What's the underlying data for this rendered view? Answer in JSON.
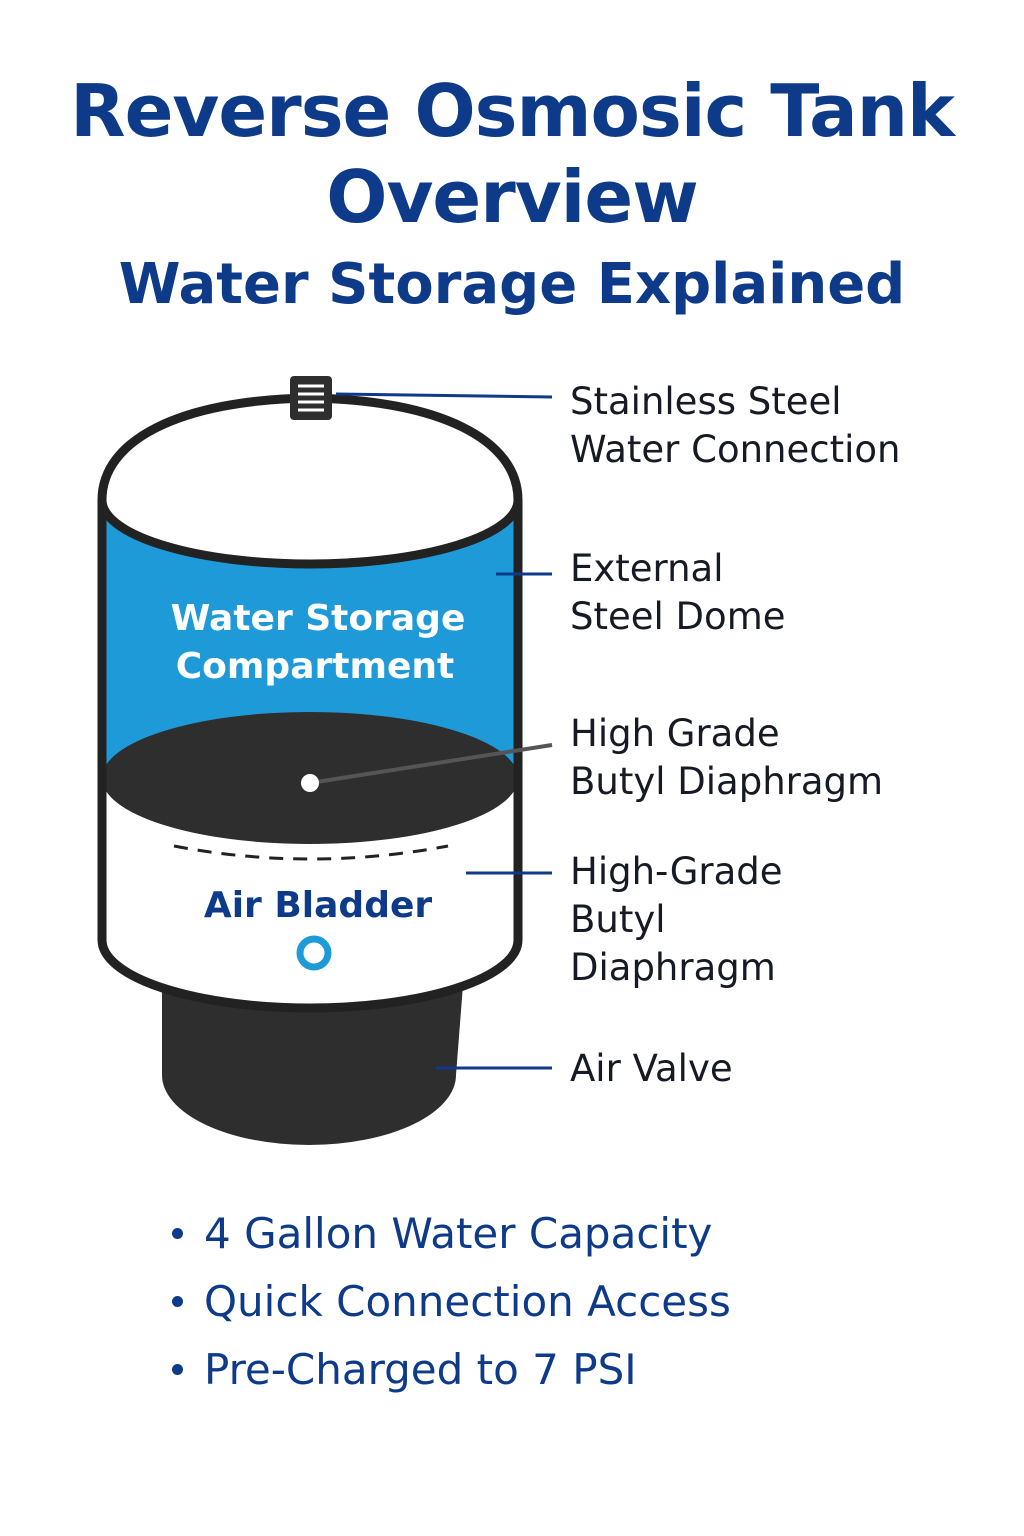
{
  "header": {
    "title_line1": "Reverse Osmosic Tank",
    "title_line2": "Overview",
    "subtitle": "Water Storage Explained"
  },
  "tank": {
    "water_label_line1": "Water Storage",
    "water_label_line2": "Compartment",
    "air_label": "Air Bladder"
  },
  "callouts": [
    {
      "line1": "Stainless Steel",
      "line2": "Water Connection"
    },
    {
      "line1": "External",
      "line2": "Steel Dome"
    },
    {
      "line1": "High Grade",
      "line2": "Butyl Diaphragm"
    },
    {
      "line1": "High-Grade",
      "line2": "Butyl",
      "line3": "Diaphragm"
    },
    {
      "line1": "Air Valve"
    }
  ],
  "features": [
    "4 Gallon Water Capacity",
    "Quick Connection Access",
    "Pre-Charged to 7 PSI"
  ],
  "colors": {
    "title": "#0e3a8a",
    "water": "#1e9ad8",
    "diaphragm": "#2e2e2e",
    "outline": "#222222",
    "air_valve_ring": "#1e9ad8"
  }
}
